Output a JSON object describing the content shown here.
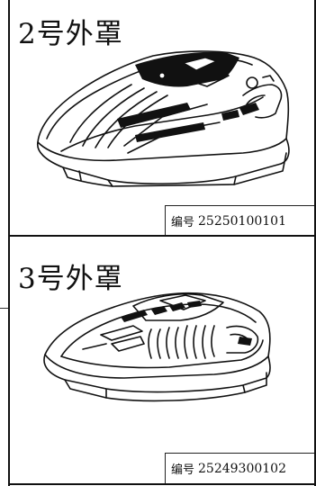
{
  "items": [
    {
      "title": "2号外罩",
      "code_label": "编号",
      "code": "25250100101",
      "image": "cover-2-drawing"
    },
    {
      "title": "3号外罩",
      "code_label": "编号",
      "code": "25249300102",
      "image": "cover-3-drawing"
    }
  ]
}
